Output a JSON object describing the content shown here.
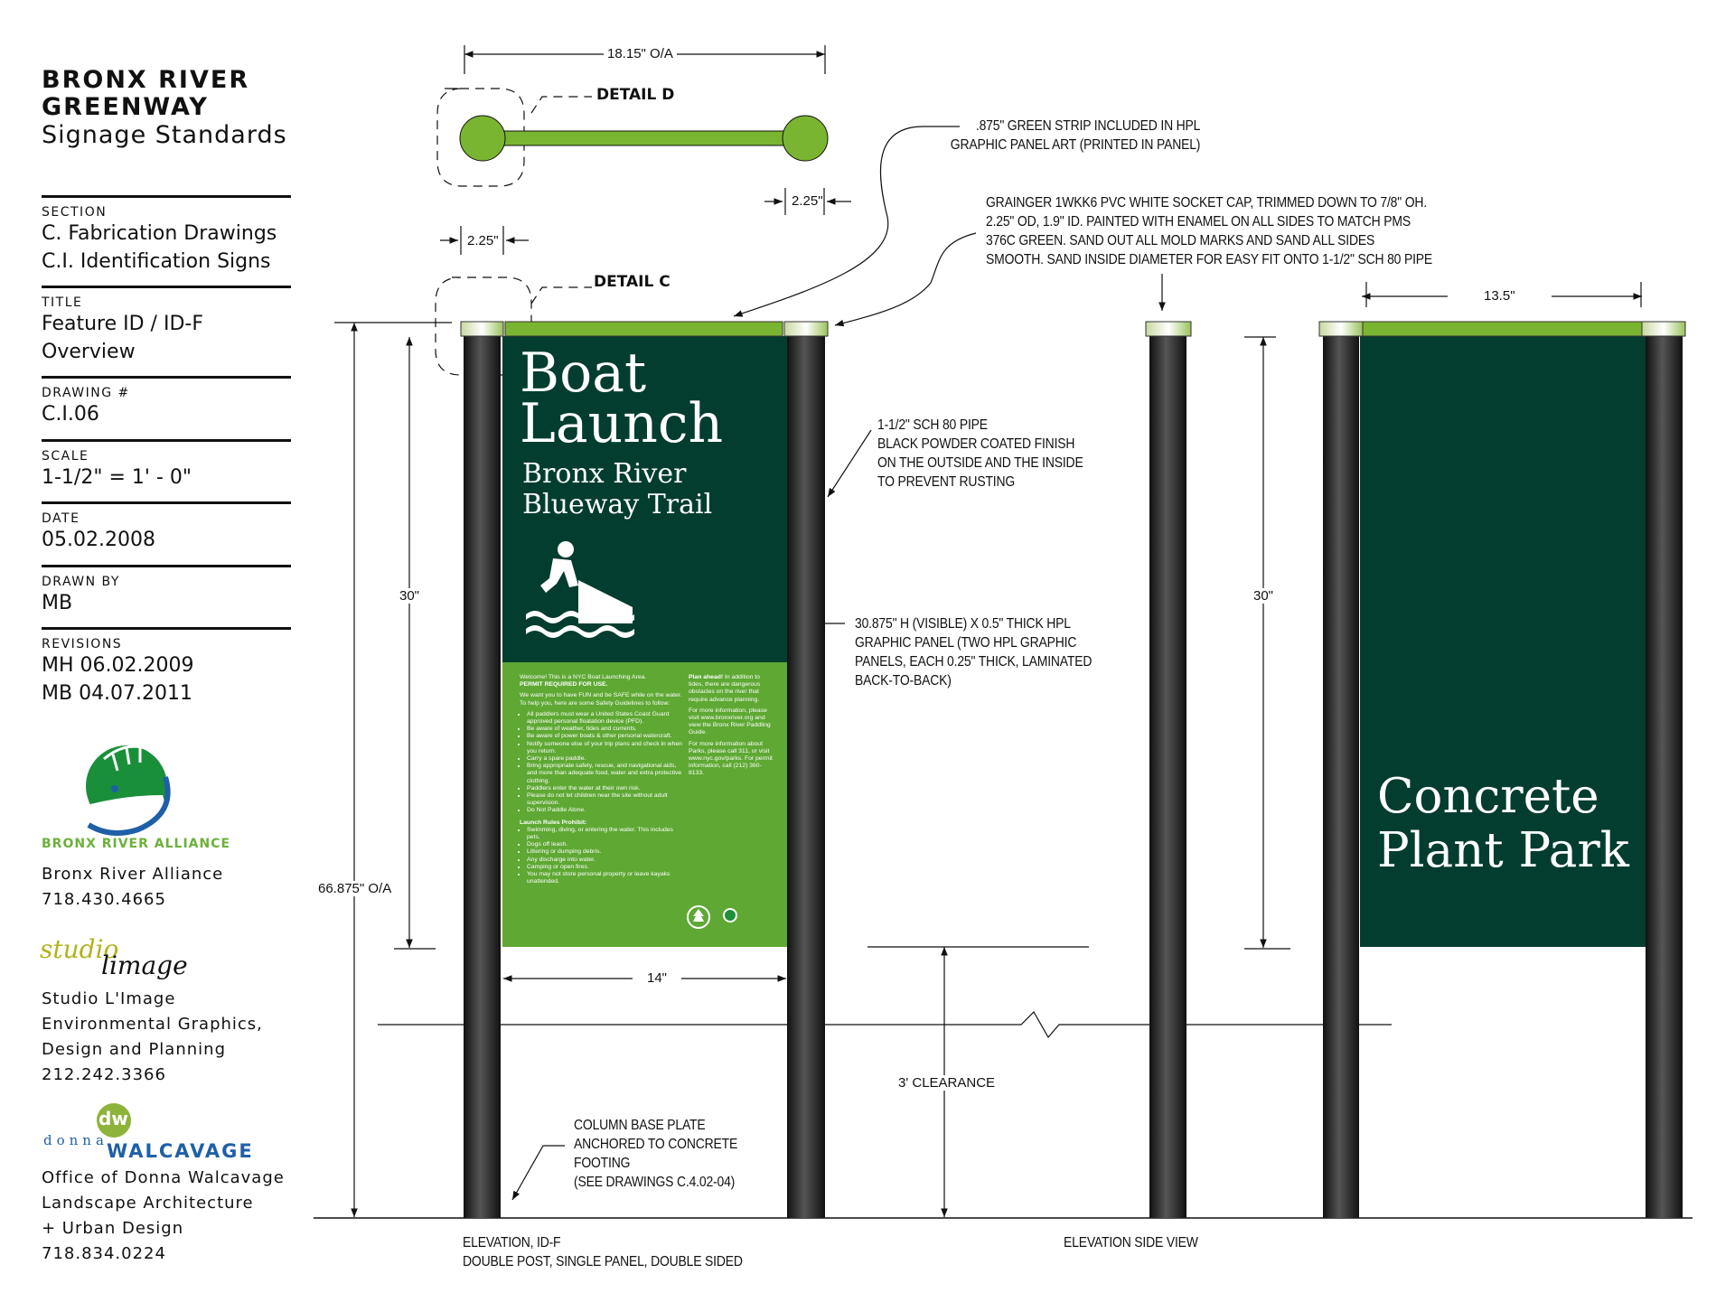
{
  "title_block": {
    "title_line1": "BRONX RIVER",
    "title_line2": "GREENWAY",
    "subtitle": "Signage Standards",
    "fields": [
      {
        "label": "SECTION",
        "values": [
          "C. Fabrication Drawings",
          "C.I. Identification Signs"
        ]
      },
      {
        "label": "TITLE",
        "values": [
          "Feature ID / ID-F",
          "Overview"
        ]
      },
      {
        "label": "DRAWING #",
        "values": [
          "C.I.06"
        ]
      },
      {
        "label": "SCALE",
        "values": [
          "1-1/2\" = 1' - 0\""
        ]
      },
      {
        "label": "DATE",
        "values": [
          "05.02.2008"
        ]
      },
      {
        "label": "DRAWN BY",
        "values": [
          "MB"
        ]
      },
      {
        "label": "REVISIONS",
        "values": [
          "MH 06.02.2009",
          "MB 04.07.2011"
        ]
      }
    ]
  },
  "credits": {
    "alliance_logo_text": "BRONX RIVER ALLIANCE",
    "alliance": [
      "Bronx River Alliance",
      "718.430.4665"
    ],
    "studio_logo": {
      "a": "studio",
      "b": "limage"
    },
    "studio": [
      "Studio L'Image",
      "Environmental Graphics,",
      "Design and Planning",
      "212.242.3366"
    ],
    "dw_logo": {
      "mark": "dw",
      "first": "donna",
      "last": "WALCAVAGE"
    },
    "dw": [
      "Office of Donna Walcavage",
      "Landscape Architecture",
      "+ Urban Design",
      "718.834.0224"
    ]
  },
  "dimensions": {
    "overall_width": "18.15\" O/A",
    "detail_d": "DETAIL D",
    "detail_c": "DETAIL C",
    "cap_d": "2.25\"",
    "cap_c": "2.25\"",
    "height_30_left": "30\"",
    "height_30_right": "30\"",
    "overall_height": "66.875\" O/A",
    "panel_width": "14\"",
    "panel_width_right": "13.5\"",
    "clearance": "3' CLEARANCE"
  },
  "annotations": {
    "green_strip": [
      ".875\" GREEN STRIP INCLUDED IN HPL",
      "GRAPHIC PANEL ART (PRINTED IN PANEL)"
    ],
    "socket_cap": [
      "GRAINGER 1WKK6 PVC WHITE SOCKET CAP, TRIMMED DOWN TO 7/8\" OH.",
      "2.25\" OD, 1.9\" ID. PAINTED WITH ENAMEL ON ALL SIDES TO MATCH PMS",
      "376C GREEN. SAND OUT ALL MOLD MARKS AND SAND ALL SIDES",
      "SMOOTH. SAND INSIDE DIAMETER FOR EASY FIT ONTO 1-1/2\" SCH 80 PIPE"
    ],
    "pipe": [
      "1-1/2\" SCH 80 PIPE",
      "BLACK POWDER COATED FINISH",
      "ON THE OUTSIDE AND THE INSIDE",
      "TO PREVENT RUSTING"
    ],
    "panel": [
      "30.875\" H (VISIBLE) X 0.5\" THICK HPL",
      "GRAPHIC  PANEL (TWO HPL GRAPHIC",
      "PANELS,  EACH 0.25\" THICK, LAMINATED",
      "BACK-TO-BACK)"
    ],
    "base": [
      "COLUMN BASE PLATE",
      "ANCHORED TO CONCRETE",
      "FOOTING",
      "(SEE DRAWINGS C.4.02-04)"
    ],
    "elev_front": [
      "ELEVATION, ID-F",
      "DOUBLE POST, SINGLE PANEL, DOUBLE SIDED"
    ],
    "elev_side": "ELEVATION SIDE VIEW"
  },
  "sign_front": {
    "title1": "Boat",
    "title2": "Launch",
    "sub1": "Bronx River",
    "sub2": "Blueway Trail",
    "intro1": "Welcome! This is a NYC Boat Launching Area.",
    "intro2": "PERMIT REQUIRED FOR USE.",
    "intro3": "We want you to have FUN and be SAFE while on the water. To help you, here are some Safety Guidelines to follow:",
    "rules": [
      "All paddlers must wear a United States Coast Guard approved personal floatation device (PFD).",
      "Be aware of weather, tides and currents.",
      "Be aware of power boats & other personal watercraft.",
      "Notify someone else of your trip plans and check in when you return.",
      "Carry a spare paddle.",
      "Bring appropriate safety, rescue, and navigational aids, and more than adequate food, water and extra protective clothing.",
      "Paddlers enter the water at their own risk.",
      "Please do not let children near the site without adult supervision.",
      "Do Not Paddle Alone."
    ],
    "prohibit_title": "Launch Rules Prohibit:",
    "prohibit": [
      "Swimming, diving, or entering the water. This includes pets.",
      "Dogs off leash.",
      "Littering or dumping debris.",
      "Any discharge into water.",
      "Camping or open fires.",
      "You may not store personal property or leave kayaks unattended."
    ],
    "plan_bold": "Plan ahead!",
    "plan": " In addition to tides, there are dangerous obstacles on the river that require advance planning.",
    "info1": "For more information, please visit www.bronxriver.org and view the Bronx River Paddling Guide.",
    "info2": "For more information about Parks, please call 311, or visit www.nyc.gov/parks. For permit information, call (212) 360-8133."
  },
  "sign_back": {
    "line1": "Concrete",
    "line2": "Plant Park"
  },
  "colors": {
    "dark_green": "#033d2f",
    "light_green": "#5ea833",
    "strip": "#7ab531",
    "post": "#2a2a2a"
  }
}
